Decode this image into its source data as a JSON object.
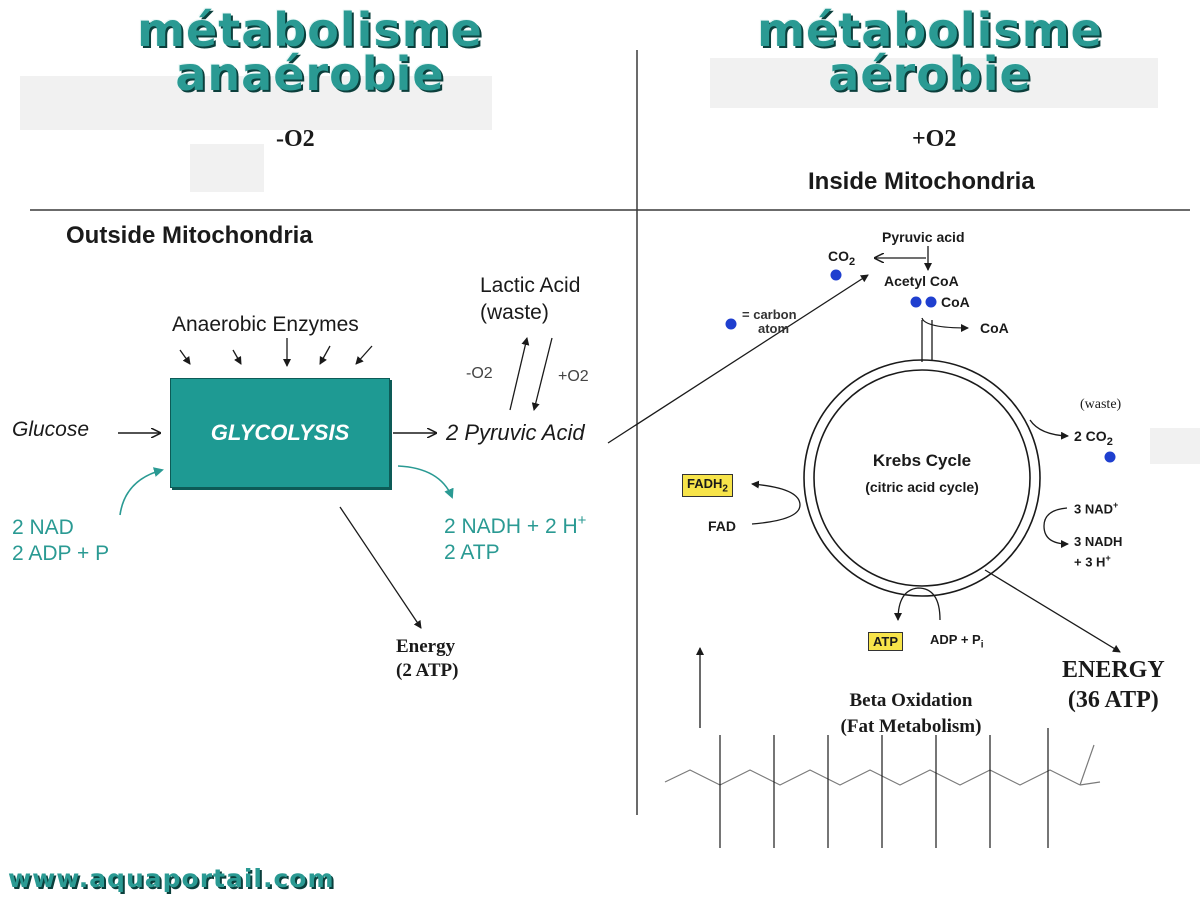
{
  "left": {
    "heading_line1": "métabolisme",
    "heading_line2": "anaérobie",
    "oxygen": "-O2",
    "location": "Outside Mitochondria",
    "enzymes": "Anaerobic Enzymes",
    "process": "GLYCOLYSIS",
    "input": "Glucose",
    "output": "2 Pyruvic Acid",
    "lactic_line1": "Lactic Acid",
    "lactic_line2": "(waste)",
    "arrow_minus_o2": "-O2",
    "arrow_plus_o2": "+O2",
    "cofactor_line1": "2 NAD",
    "cofactor_line2": "2 ADP + P",
    "products_line1": "2 NADH + 2 H",
    "products_sup": "+",
    "products_line2": "2 ATP",
    "energy_line1": "Energy",
    "energy_line2": "(2 ATP)"
  },
  "right": {
    "heading_line1": "métabolisme",
    "heading_line2": "aérobie",
    "oxygen": "+O2",
    "location": "Inside Mitochondria",
    "pyruvic": "Pyruvic acid",
    "co2_top": "CO",
    "co2_top_sub": "2",
    "acetyl": "Acetyl CoA",
    "coa_dots_label": "CoA",
    "coa_out": "CoA",
    "carbon_line1": "carbon",
    "carbon_line2": "atom",
    "cycle_line1": "Krebs Cycle",
    "cycle_line2": "(citric acid cycle)",
    "waste": "(waste)",
    "co2_out": "2 CO",
    "co2_out_sub": "2",
    "fadh2": "FADH",
    "fadh2_sub": "2",
    "fad": "FAD",
    "nad": "3 NAD",
    "nad_sup": "+",
    "nadh_line1": "3 NADH",
    "nadh_line2": "+ 3 H",
    "nadh_sup": "+",
    "atp": "ATP",
    "adp": "ADP + P",
    "adp_sub": "i",
    "energy_line1": "ENERGY",
    "energy_line2": "(36 ATP)",
    "beta_line1": "Beta Oxidation",
    "beta_line2": "(Fat Metabolism)"
  },
  "footer": "www.aquaportail.com",
  "colors": {
    "teal": "#2a9a93",
    "glycolysis_box": "#1e9a93",
    "carbon_dot": "#1f3fcf",
    "highlight": "#f7e44a"
  }
}
